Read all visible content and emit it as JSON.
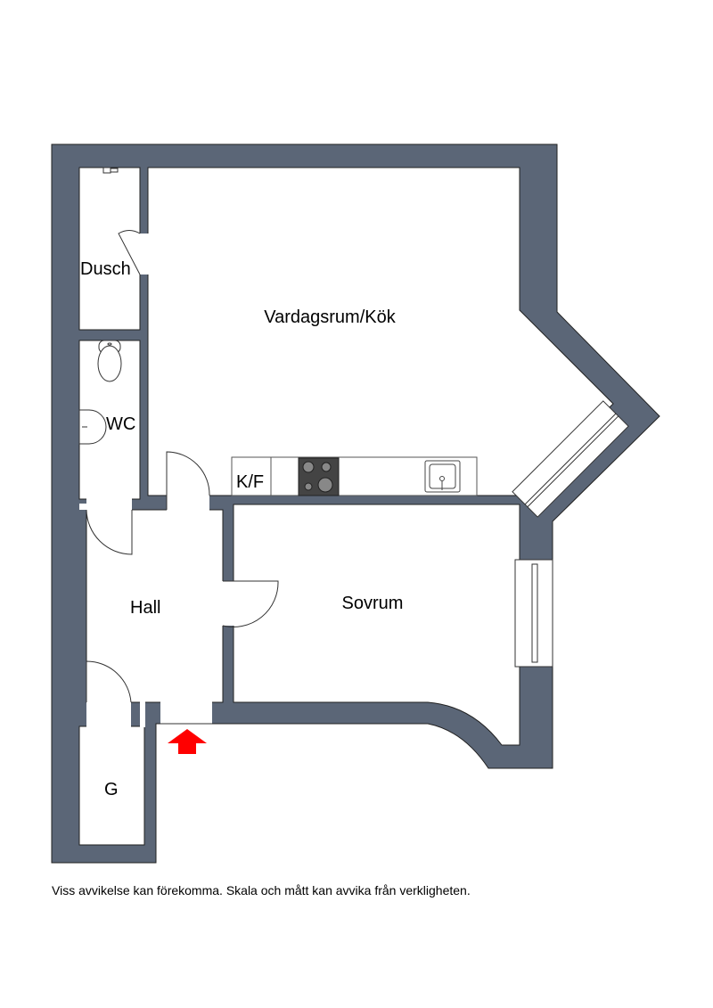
{
  "rooms": {
    "dusch": "Dusch",
    "wc": "WC",
    "living": "Vardagsrum/Kök",
    "kf": "K/F",
    "hall": "Hall",
    "sovrum": "Sovrum",
    "g": "G"
  },
  "footer": "Viss avvikelse kan förekomma. Skala och mått kan avvika från verkligheten.",
  "colors": {
    "wall": "#5b6677",
    "entrance_arrow": "#ff0000",
    "stove": "#444444"
  }
}
